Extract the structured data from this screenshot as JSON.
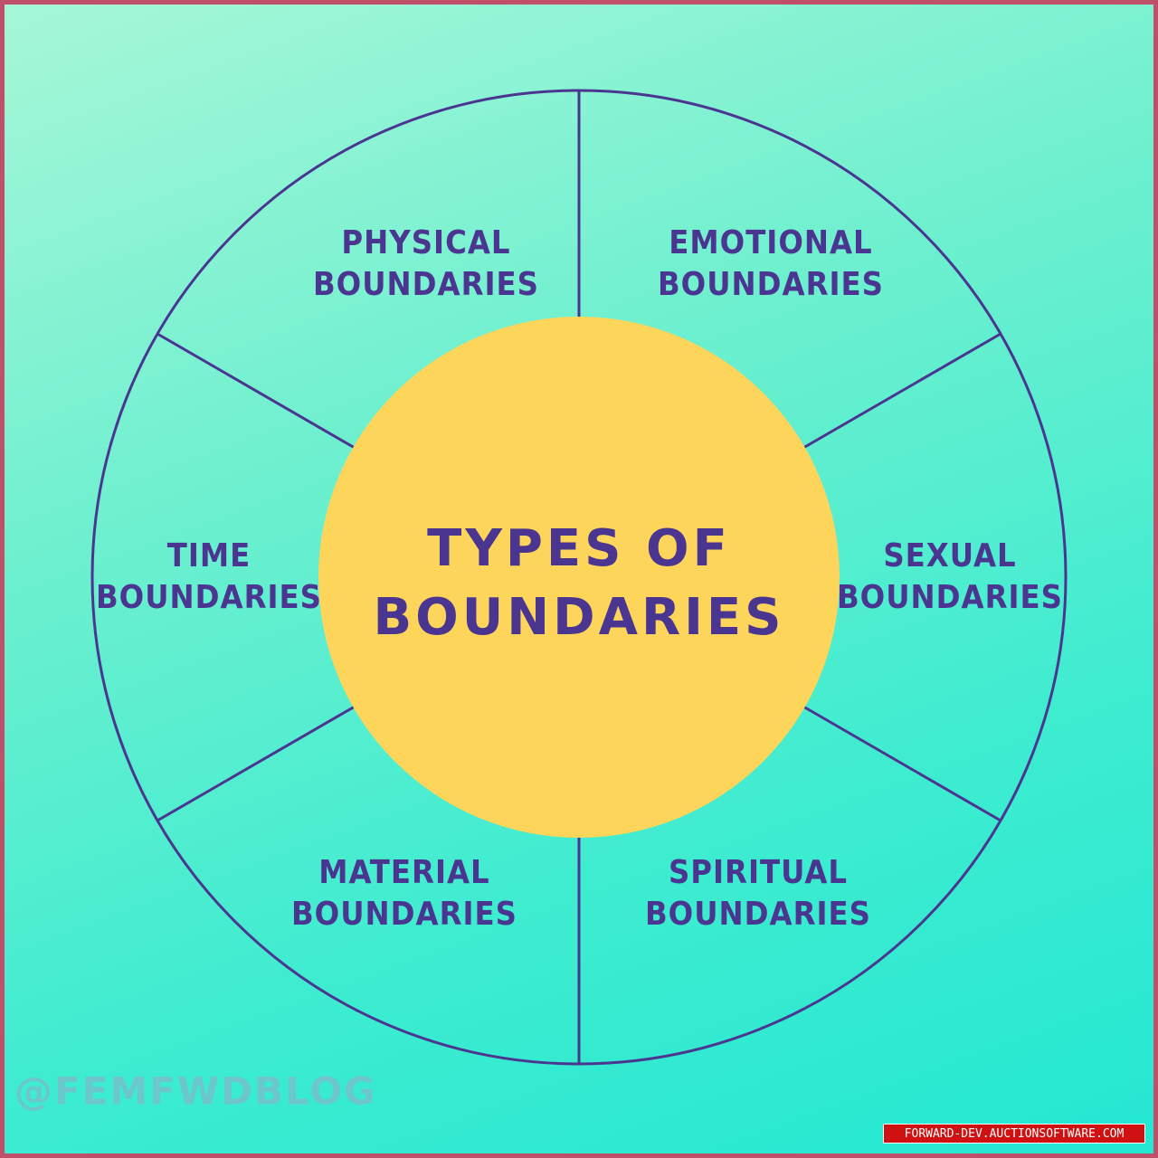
{
  "colors": {
    "background_top": "#a6f7d8",
    "background_bottom": "#23e8d2",
    "frame_border": "#c0506a",
    "wheel_stroke": "#4a3690",
    "center_fill": "#fdd55a",
    "text": "#4a3690",
    "handle": "#6cc6cc",
    "watermark_bg": "#cf1111"
  },
  "center": {
    "line1": "TYPES OF",
    "line2": "BOUNDARIES"
  },
  "segments": [
    {
      "line1": "PHYSICAL",
      "line2": "BOUNDARIES"
    },
    {
      "line1": "EMOTIONAL",
      "line2": "BOUNDARIES"
    },
    {
      "line1": "TIME",
      "line2": "BOUNDARIES"
    },
    {
      "line1": "SEXUAL",
      "line2": "BOUNDARIES"
    },
    {
      "line1": "MATERIAL",
      "line2": "BOUNDARIES"
    },
    {
      "line1": "SPIRITUAL",
      "line2": "BOUNDARIES"
    }
  ],
  "handle": "@FEMFWDBLOG",
  "watermark": "FORWARD-DEV.AUCTIONSOFTWARE.COM"
}
